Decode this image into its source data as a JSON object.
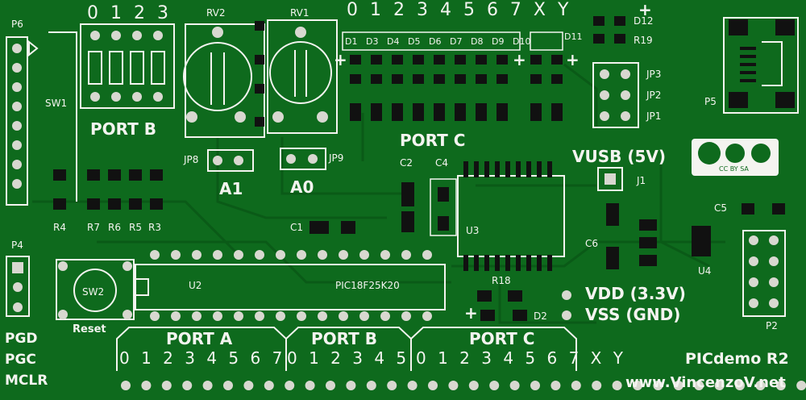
{
  "colors": {
    "board": "#0e6a1d",
    "silk": "#f4f4f0",
    "pad": "#d8d8d0",
    "mask": "#0b5616"
  },
  "top_port_b": {
    "digits": "0 1 2 3",
    "label": "PORT B",
    "switch_ref": "SW1",
    "header_ref": "P6"
  },
  "pots": {
    "rv2": "RV2",
    "rv1": "RV1",
    "jp8": "JP8",
    "jp9": "JP9",
    "a1": "A1",
    "a0": "A0"
  },
  "top_port_c": {
    "digits": "0 1 2 3 4 5 6 7 X Y",
    "leds": [
      "D1",
      "D3",
      "D4",
      "D5",
      "D6",
      "D7",
      "D8",
      "D9",
      "D10",
      "D11"
    ],
    "label": "PORT C"
  },
  "right_top": {
    "d12": "D12",
    "r19": "R19",
    "jp3": "JP3",
    "jp2": "JP2",
    "jp1": "JP1",
    "p5": "P5",
    "logo": "CC BY SA"
  },
  "power": {
    "vusb": "VUSB (5V)",
    "j1": "J1",
    "c5": "C5",
    "c6": "C6",
    "u4": "U4",
    "p2": "P2"
  },
  "mid": {
    "c2": "C2",
    "c4": "C4",
    "c1": "C1",
    "u3": "U3",
    "u2": "U2",
    "mcu": "PIC18F25K20"
  },
  "resistors": [
    "R4",
    "R7",
    "R6",
    "R5",
    "R3"
  ],
  "left": {
    "p4": "P4",
    "sw2": "SW2",
    "reset": "Reset",
    "pgd": "PGD",
    "pgc": "PGC",
    "mclr": "MCLR"
  },
  "rails": {
    "r18": "R18",
    "d2": "D2",
    "vdd": "VDD (3.3V)",
    "vss": "VSS (GND)"
  },
  "bottom": {
    "port_a": "PORT A",
    "port_a_digits": "0 1 2 3 4 5 6 7",
    "port_b": "PORT B",
    "port_b_digits": "0 1 2 3 4 5",
    "port_c": "PORT C",
    "port_c_digits": "0 1 2 3 4 5 6 7 X Y",
    "title": "PICdemo R2",
    "url": "www.VincenzoV.net"
  },
  "plus": "+"
}
